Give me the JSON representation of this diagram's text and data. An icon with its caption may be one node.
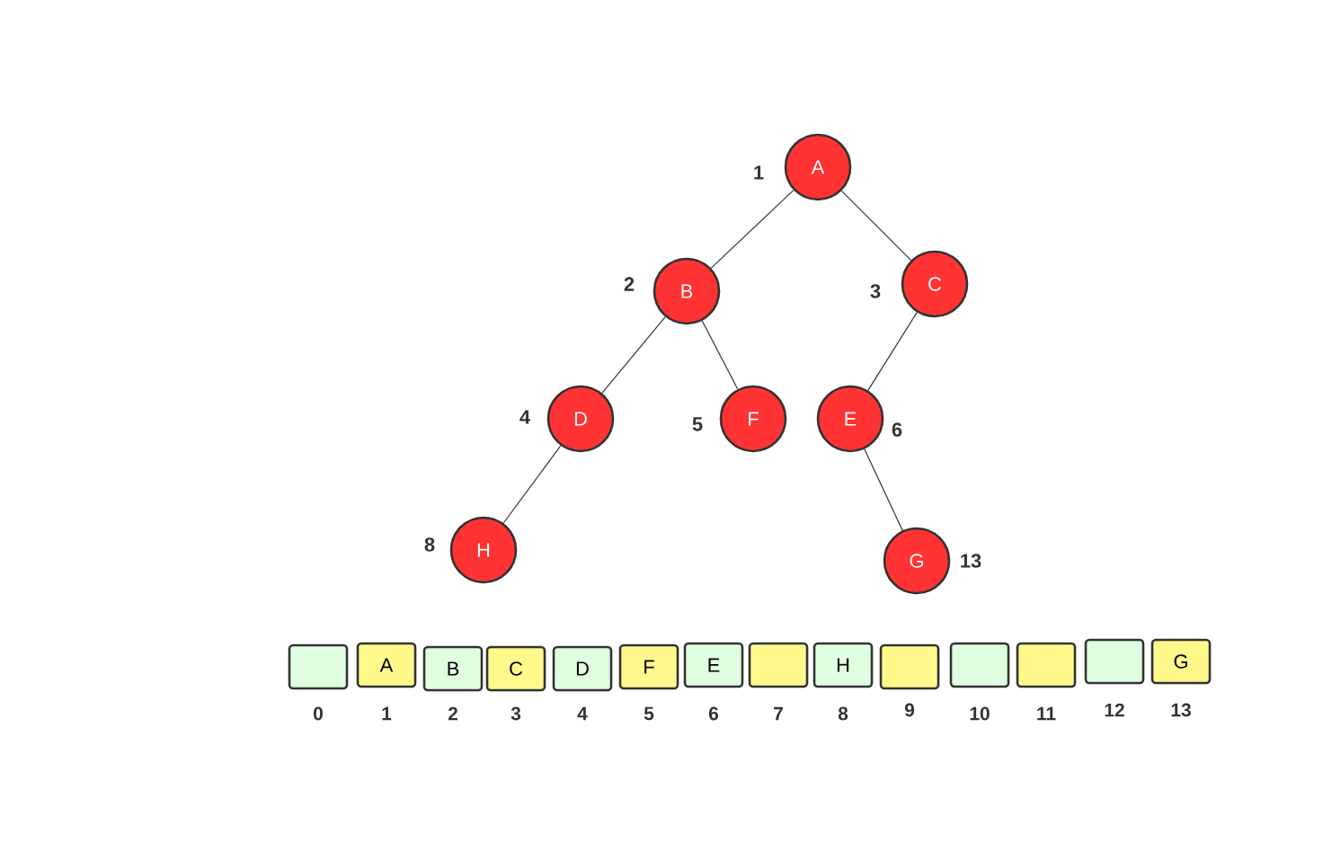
{
  "diagram": {
    "nodes": [
      {
        "text": [
          "A"
        ],
        "beside": [
          "1"
        ]
      },
      {
        "text": [
          "B"
        ],
        "beside": [
          "2"
        ]
      },
      {
        "text": [
          "C"
        ],
        "beside": [
          "3"
        ]
      },
      {
        "text": [
          "D"
        ],
        "beside": [
          "4"
        ]
      },
      {
        "text": [
          "F"
        ],
        "beside": [
          "5"
        ]
      },
      {
        "text": [
          "E"
        ],
        "beside": [
          "6"
        ]
      },
      {
        "text": [
          "H"
        ],
        "beside": [
          "8"
        ]
      },
      {
        "text": [
          "G"
        ],
        "beside": [
          "13"
        ]
      },
      {
        "text": [],
        "shape": "box"
      },
      {
        "text": [
          "A"
        ]
      },
      {
        "text": [
          "B"
        ]
      },
      {
        "text": [
          "C"
        ]
      },
      {
        "text": [
          "D"
        ]
      },
      {
        "text": [
          "F"
        ]
      },
      {
        "text": [
          "E"
        ]
      },
      {
        "text": [],
        "shape": "box"
      },
      {
        "text": [
          "H"
        ]
      },
      {
        "text": [],
        "shape": "box"
      },
      {
        "text": [],
        "shape": "box"
      },
      {
        "text": [],
        "shape": "box"
      },
      {
        "text": [],
        "shape": "box"
      },
      {
        "text": [
          "G"
        ]
      }
    ],
    "edges": [
      {
        "from": 0,
        "to": 1,
        "arrow": "none"
      },
      {
        "from": 0,
        "to": 2,
        "arrow": "none"
      },
      {
        "from": 1,
        "to": 3,
        "arrow": "none"
      },
      {
        "from": 1,
        "to": 4,
        "arrow": "none"
      },
      {
        "from": 2,
        "to": 5,
        "arrow": "none"
      },
      {
        "from": 3,
        "to": 6,
        "arrow": "none"
      },
      {
        "from": 5,
        "to": 7,
        "arrow": "none"
      }
    ],
    "labels": [
      "0",
      "1",
      "2",
      "3",
      "4",
      "5",
      "6",
      "7",
      "8",
      "9",
      "10",
      "11",
      "12",
      "13"
    ]
  }
}
